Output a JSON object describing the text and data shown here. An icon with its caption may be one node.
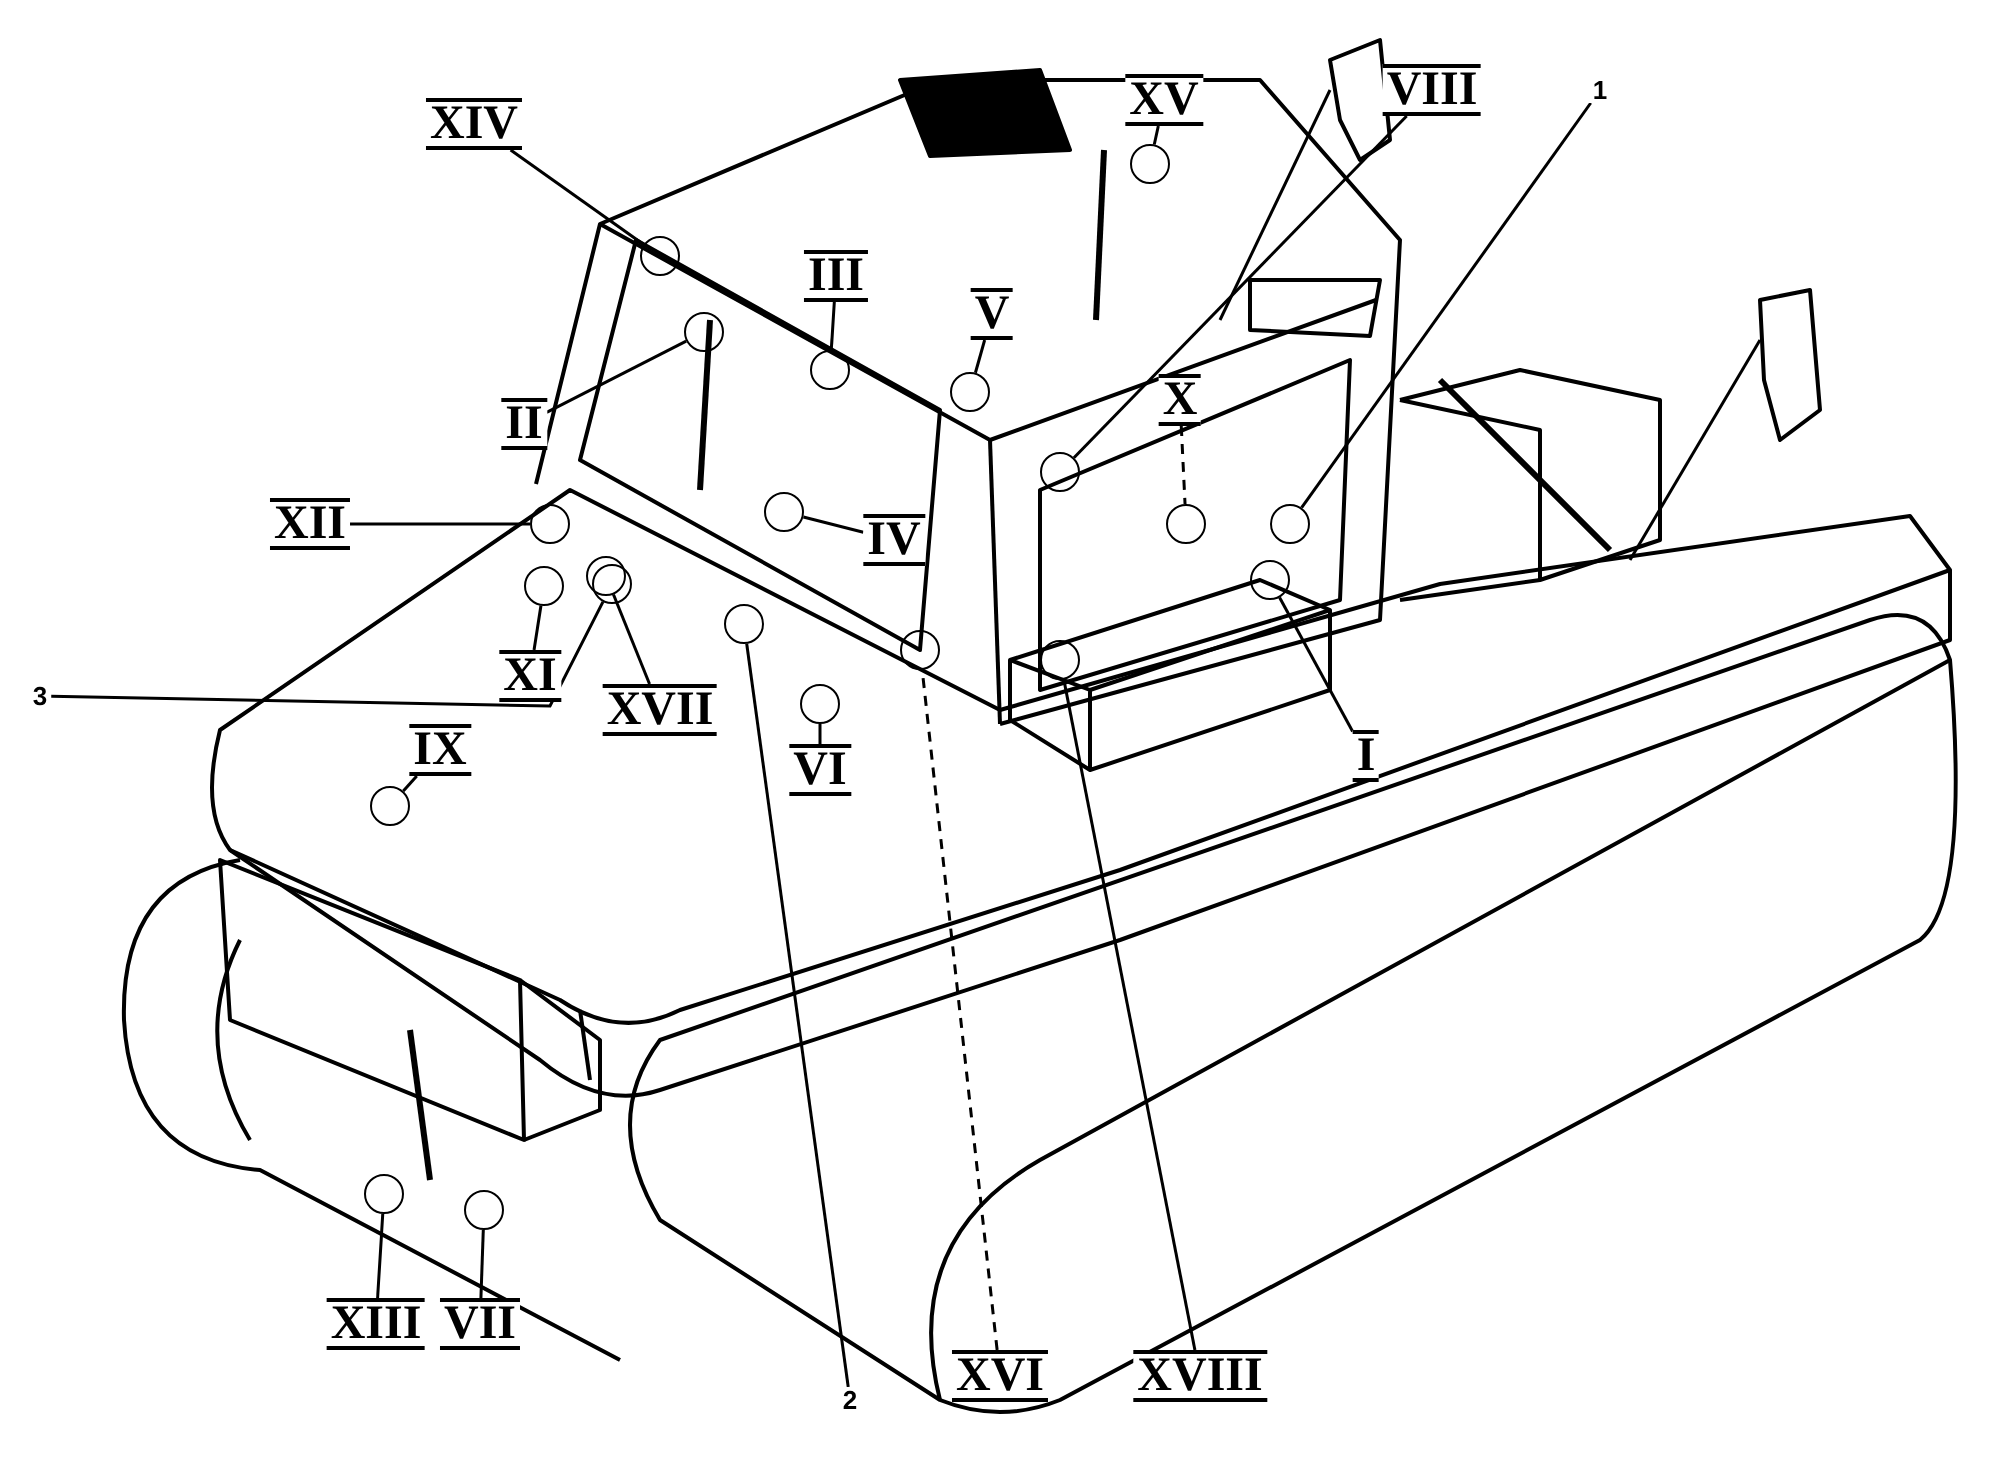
{
  "diagram": {
    "nodes": [
      {
        "text": [
          "XIV"
        ]
      },
      {
        "text": [
          "XV"
        ]
      },
      {
        "text": [
          "VIII"
        ]
      },
      {
        "text": [
          "1"
        ]
      },
      {
        "text": [
          "III"
        ]
      },
      {
        "text": [
          "V"
        ]
      },
      {
        "text": [
          "II"
        ]
      },
      {
        "text": [
          "X"
        ]
      },
      {
        "text": [
          "XII"
        ]
      },
      {
        "text": [
          "IV"
        ]
      },
      {
        "text": [
          "XI"
        ]
      },
      {
        "text": [
          "3"
        ]
      },
      {
        "text": [
          "XVII"
        ]
      },
      {
        "text": [
          "VI"
        ]
      },
      {
        "text": [
          "I"
        ]
      },
      {
        "text": [
          "IX"
        ]
      },
      {
        "text": [
          "XIII"
        ]
      },
      {
        "text": [
          "VII"
        ]
      },
      {
        "text": [
          "XVI"
        ]
      },
      {
        "text": [
          "XVIII"
        ]
      },
      {
        "text": [
          "2"
        ]
      },
      {
        "text": [],
        "shape": "circle"
      },
      {
        "text": [],
        "shape": "circle"
      },
      {
        "text": [],
        "shape": "circle"
      },
      {
        "text": [],
        "shape": "circle"
      },
      {
        "text": [],
        "shape": "circle"
      },
      {
        "text": [],
        "shape": "circle"
      },
      {
        "text": [],
        "shape": "circle"
      },
      {
        "text": [],
        "shape": "circle"
      },
      {
        "text": [],
        "shape": "circle"
      },
      {
        "text": [],
        "shape": "circle"
      },
      {
        "text": [],
        "shape": "circle"
      },
      {
        "text": [],
        "shape": "circle"
      },
      {
        "text": [],
        "shape": "circle"
      },
      {
        "text": [],
        "shape": "circle"
      },
      {
        "text": [],
        "shape": "circle"
      },
      {
        "text": [],
        "shape": "circle"
      },
      {
        "text": [],
        "shape": "circle"
      },
      {
        "text": [],
        "shape": "circle"
      },
      {
        "text": [],
        "shape": "circle"
      },
      {
        "text": [],
        "shape": "circle"
      },
      {
        "text": [],
        "shape": "circle"
      }
    ],
    "edges": [
      {
        "from": 0,
        "to": 21,
        "arrow": "none"
      },
      {
        "from": 1,
        "to": 22,
        "arrow": "none"
      },
      {
        "from": 2,
        "to": 23,
        "arrow": "none"
      },
      {
        "from": 3,
        "to": 24,
        "arrow": "none"
      },
      {
        "from": 4,
        "to": 25,
        "arrow": "none"
      },
      {
        "from": 5,
        "to": 26,
        "arrow": "none"
      },
      {
        "from": 6,
        "to": 27,
        "arrow": "none"
      },
      {
        "from": 7,
        "to": 28,
        "arrow": "none",
        "style": "dashed"
      },
      {
        "from": 8,
        "to": 29,
        "arrow": "none"
      },
      {
        "from": 9,
        "to": 30,
        "arrow": "none"
      },
      {
        "from": 10,
        "to": 31,
        "arrow": "none"
      },
      {
        "from": 11,
        "to": 32,
        "arrow": "none"
      },
      {
        "from": 12,
        "to": 33,
        "arrow": "none"
      },
      {
        "from": 13,
        "to": 34,
        "arrow": "none"
      },
      {
        "from": 14,
        "to": 35,
        "arrow": "none"
      },
      {
        "from": 15,
        "to": 36,
        "arrow": "none"
      },
      {
        "from": 16,
        "to": 37,
        "arrow": "none"
      },
      {
        "from": 17,
        "to": 38,
        "arrow": "none"
      },
      {
        "from": 18,
        "to": 39,
        "arrow": "none",
        "style": "dashed"
      },
      {
        "from": 19,
        "to": 40,
        "arrow": "none"
      },
      {
        "from": 20,
        "to": 41,
        "arrow": "none"
      }
    ]
  }
}
